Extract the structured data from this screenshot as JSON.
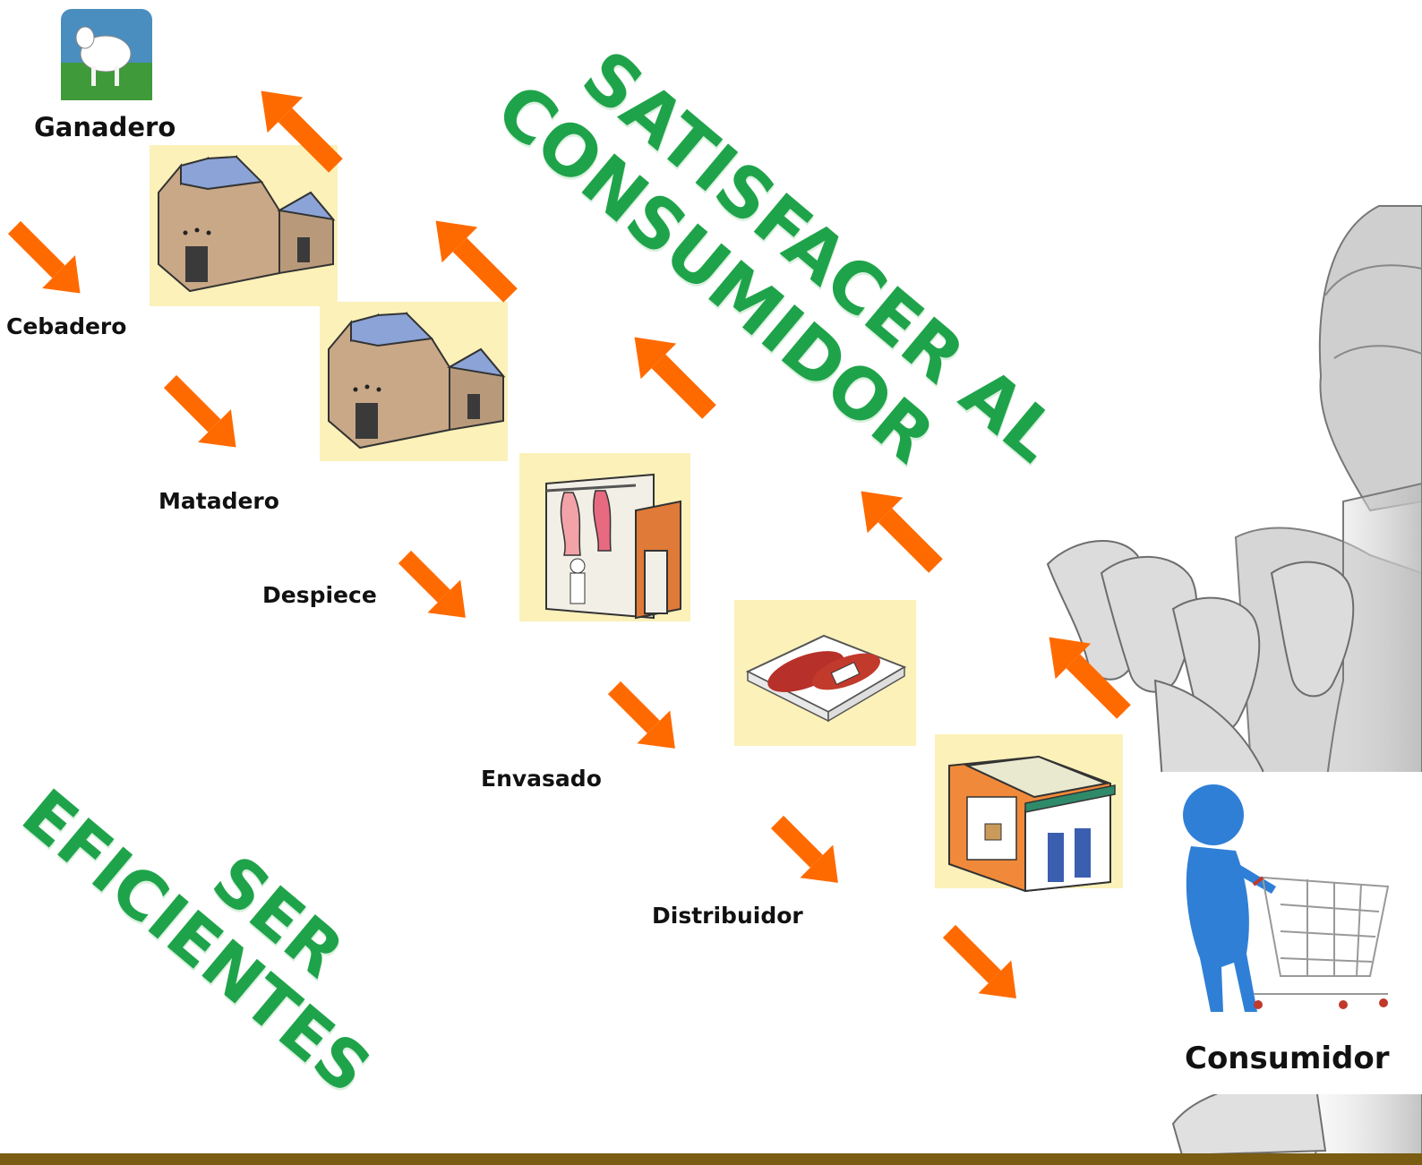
{
  "headline_top": {
    "line1": "SATISFACER AL",
    "line2": "CONSUMIDOR"
  },
  "headline_bottom": {
    "line1": "SER",
    "line2": "EFICIENTES"
  },
  "stages": {
    "ganadero": "Ganadero",
    "cebadero": "Cebadero",
    "matadero": "Matadero",
    "despiece": "Despiece",
    "envasado": "Envasado",
    "distribuidor": "Distribuidor",
    "consumidor": "Consumidor"
  },
  "colors": {
    "arrow": "#ff6a00",
    "headline": "#1fa34a",
    "tile_bg": "#fbf1b9",
    "bottom_bar": "#7a5c12"
  },
  "icons": [
    "sheep-icon",
    "factory-icon",
    "slaughterhouse-icon",
    "meat-tray-icon",
    "store-icon",
    "shopper-icon",
    "arrow-icon"
  ]
}
